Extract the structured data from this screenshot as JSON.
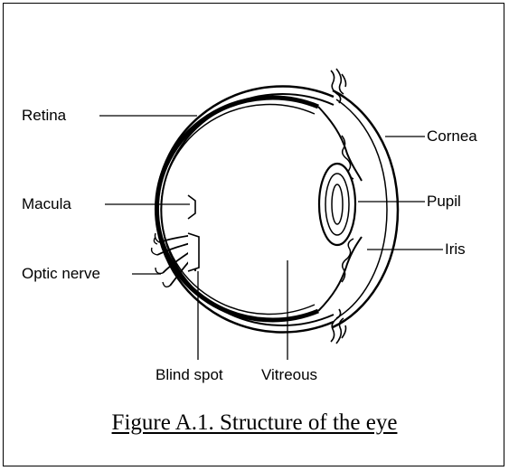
{
  "labels": {
    "retina": "Retina",
    "macula": "Macula",
    "optic_nerve": "Optic nerve",
    "blind_spot": "Blind spot",
    "vitreous": "Vitreous",
    "cornea": "Cornea",
    "pupil": "Pupil",
    "iris": "Iris"
  },
  "caption": "Figure A.1. Structure of the eye"
}
